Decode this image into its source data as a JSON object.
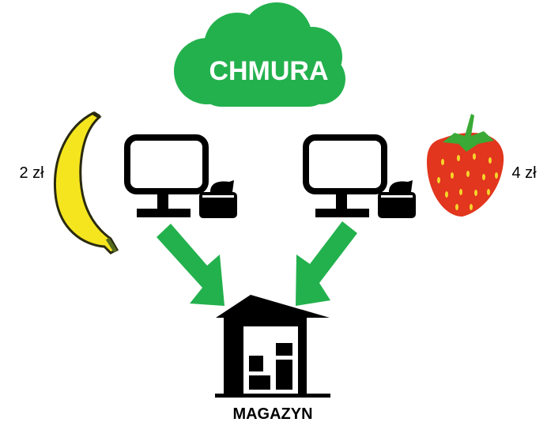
{
  "cloud": {
    "label": "CHMURA",
    "color": "#23b14d"
  },
  "products": [
    {
      "name": "banana",
      "price": "2 zł"
    },
    {
      "name": "strawberry",
      "price": "4 zł"
    }
  ],
  "terminals": [
    {
      "name": "left-pos-terminal"
    },
    {
      "name": "right-pos-terminal"
    }
  ],
  "warehouse": {
    "label": "MAGAZYN"
  },
  "colors": {
    "arrow": "#23b14d",
    "banana": "#f5e51e",
    "strawberry": "#e2361e",
    "leaf": "#3aa935"
  }
}
